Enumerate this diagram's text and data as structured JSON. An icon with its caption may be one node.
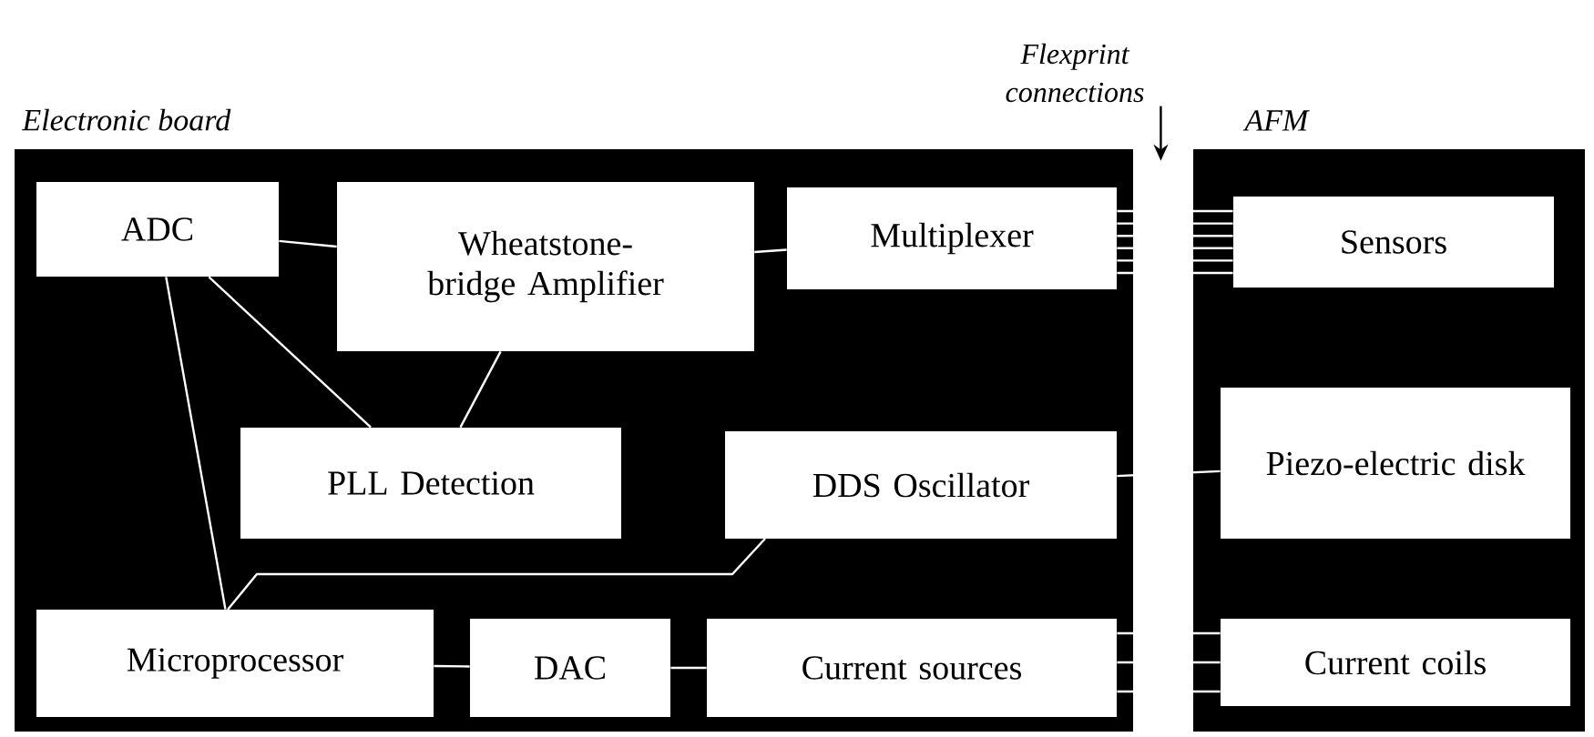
{
  "diagram": {
    "nodes": [
      {
        "text": [
          "Electronic board"
        ]
      },
      {
        "text": [
          "AFM"
        ]
      },
      {
        "text": [
          "ADC"
        ],
        "in": 0
      },
      {
        "text": [
          "Wheatstone- bridge Amplifier"
        ],
        "in": 0
      },
      {
        "text": [
          "Multiplexer"
        ],
        "in": 0
      },
      {
        "text": [
          "PLL Detection"
        ],
        "in": 0
      },
      {
        "text": [
          "DDS Oscillator"
        ],
        "in": 0
      },
      {
        "text": [
          "Microprocessor"
        ],
        "in": 0
      },
      {
        "text": [
          "DAC"
        ],
        "in": 0
      },
      {
        "text": [
          "Current sources"
        ],
        "in": 0
      },
      {
        "text": [
          "Sensors"
        ],
        "in": 1
      },
      {
        "text": [
          "Piezo-electric disk"
        ],
        "in": 1
      },
      {
        "text": [
          "Current coils"
        ],
        "in": 1
      },
      {
        "text": [
          "Flexprint connections"
        ]
      }
    ],
    "edges": [
      {
        "from": 2,
        "to": 3,
        "arrow": "none"
      },
      {
        "from": 3,
        "to": 4,
        "arrow": "none"
      },
      {
        "from": 2,
        "to": 5,
        "arrow": "none"
      },
      {
        "from": 3,
        "to": 5,
        "arrow": "none"
      },
      {
        "from": 2,
        "to": 7,
        "arrow": "none"
      },
      {
        "from": 6,
        "to": 7,
        "arrow": "none"
      },
      {
        "from": 7,
        "to": 8,
        "arrow": "none"
      },
      {
        "from": 8,
        "to": 9,
        "arrow": "none"
      },
      {
        "from": 4,
        "to": 10,
        "arrow": "none"
      },
      {
        "from": 6,
        "to": 11,
        "arrow": "none"
      },
      {
        "from": 9,
        "to": 12,
        "arrow": "none"
      },
      {
        "from": 13,
        "to": null,
        "arrow": "to",
        "color": "#000000"
      }
    ]
  }
}
